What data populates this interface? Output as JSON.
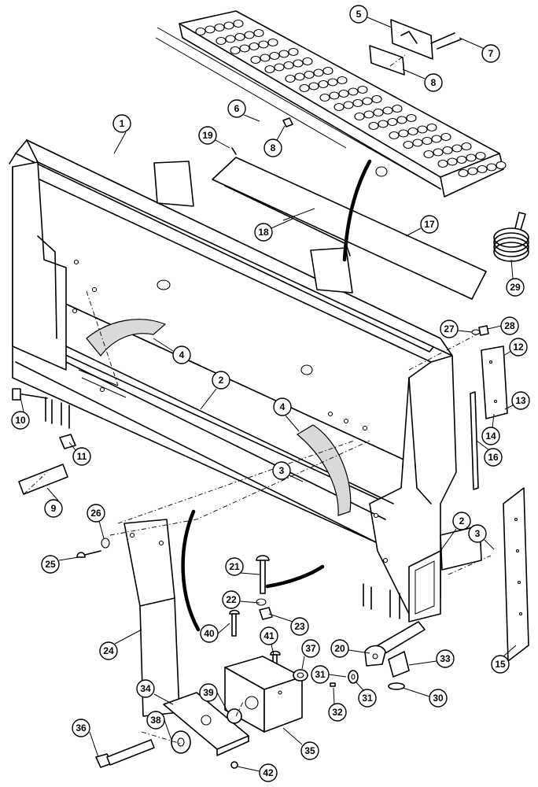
{
  "callouts": [
    {
      "id": "c1",
      "label": "1"
    },
    {
      "id": "c2a",
      "label": "2"
    },
    {
      "id": "c2b",
      "label": "2"
    },
    {
      "id": "c3a",
      "label": "3"
    },
    {
      "id": "c3b",
      "label": "3"
    },
    {
      "id": "c4a",
      "label": "4"
    },
    {
      "id": "c4b",
      "label": "4"
    },
    {
      "id": "c5",
      "label": "5"
    },
    {
      "id": "c6",
      "label": "6"
    },
    {
      "id": "c7",
      "label": "7"
    },
    {
      "id": "c8a",
      "label": "8"
    },
    {
      "id": "c8b",
      "label": "8"
    },
    {
      "id": "c9",
      "label": "9"
    },
    {
      "id": "c10",
      "label": "10"
    },
    {
      "id": "c11",
      "label": "11"
    },
    {
      "id": "c12",
      "label": "12"
    },
    {
      "id": "c13",
      "label": "13"
    },
    {
      "id": "c14",
      "label": "14"
    },
    {
      "id": "c15",
      "label": "15"
    },
    {
      "id": "c16",
      "label": "16"
    },
    {
      "id": "c17",
      "label": "17"
    },
    {
      "id": "c18",
      "label": "18"
    },
    {
      "id": "c19",
      "label": "19"
    },
    {
      "id": "c20",
      "label": "20"
    },
    {
      "id": "c21",
      "label": "21"
    },
    {
      "id": "c22",
      "label": "22"
    },
    {
      "id": "c23",
      "label": "23"
    },
    {
      "id": "c24",
      "label": "24"
    },
    {
      "id": "c25",
      "label": "25"
    },
    {
      "id": "c26",
      "label": "26"
    },
    {
      "id": "c27",
      "label": "27"
    },
    {
      "id": "c28",
      "label": "28"
    },
    {
      "id": "c29",
      "label": "29"
    },
    {
      "id": "c30",
      "label": "30"
    },
    {
      "id": "c31a",
      "label": "31"
    },
    {
      "id": "c31b",
      "label": "31"
    },
    {
      "id": "c32",
      "label": "32"
    },
    {
      "id": "c33",
      "label": "33"
    },
    {
      "id": "c34",
      "label": "34"
    },
    {
      "id": "c35",
      "label": "35"
    },
    {
      "id": "c36",
      "label": "36"
    },
    {
      "id": "c37",
      "label": "37"
    },
    {
      "id": "c38",
      "label": "38"
    },
    {
      "id": "c39",
      "label": "39"
    },
    {
      "id": "c40",
      "label": "40"
    },
    {
      "id": "c41",
      "label": "41"
    },
    {
      "id": "c42",
      "label": "42"
    }
  ]
}
